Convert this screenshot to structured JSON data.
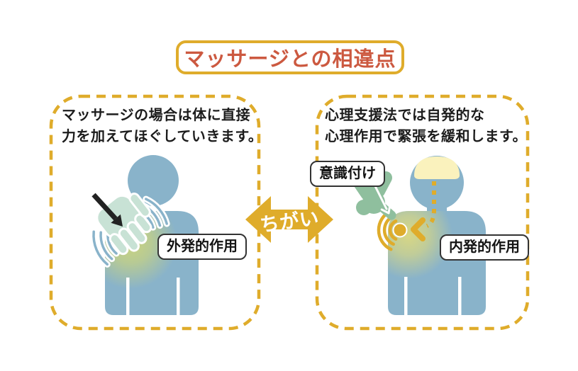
{
  "title": "マッサージとの相違点",
  "center_arrow": {
    "label": "ちがい"
  },
  "left_panel": {
    "description": [
      "マッサージの場合は体に直接",
      "力を加えてほぐしていきます。"
    ],
    "tag": "外発的作用"
  },
  "right_panel": {
    "description": [
      "心理支援法では自発的な",
      "心理作用で緊張を緩和します。"
    ],
    "awareness_tag": "意識付け",
    "tag": "内発的作用"
  },
  "colors": {
    "gold_accent": "#DFAC2B",
    "title_text_red": "#CC5940",
    "person_blue": "#89B3CA",
    "massage_hand_mint": "#C8E2D5",
    "pointing_hand_green": "#8FBF9E",
    "brain_cream": "#FAF2BD",
    "glow_yellow_green": "#CBD47E",
    "label_border_dark": "#333333",
    "arrow_text_white": "#FFFFFF"
  }
}
